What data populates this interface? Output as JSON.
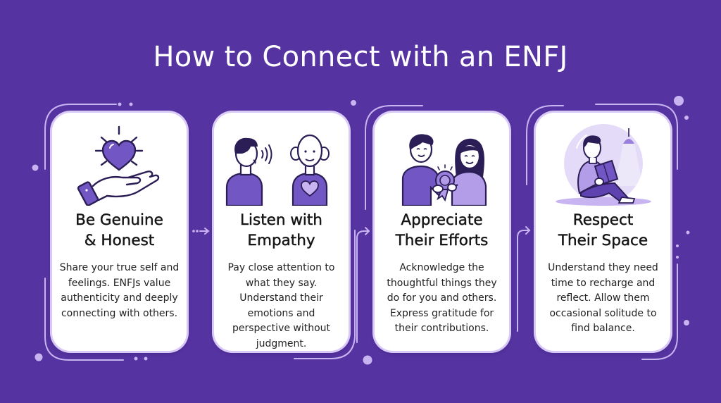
{
  "title": "How to Connect with an ENFJ",
  "colors": {
    "background": "#5533a0",
    "card": "#ffffff",
    "accent_light": "#d9c9f7",
    "icon_purple": "#7257c4",
    "icon_dark": "#2b1d55"
  },
  "cards": [
    {
      "heading": "Be Genuine & Honest",
      "heading_line1": "Be Genuine",
      "heading_line2": "& Honest",
      "body": "Share your true self and feelings. ENFJs value authenticity and deeply connecting with others.",
      "icon": "heart-in-hand-icon"
    },
    {
      "heading": "Listen with Empathy",
      "heading_line1": "Listen with",
      "heading_line2": "Empathy",
      "body": "Pay close attention to what they say. Understand their emotions and perspective without judgment.",
      "icon": "two-people-listening-icon"
    },
    {
      "heading": "Appreciate Their Efforts",
      "heading_line1": "Appreciate",
      "heading_line2": "Their Efforts",
      "body": "Acknowledge the thoughtful things they do for you and others. Express gratitude for their contributions.",
      "icon": "people-sharing-award-icon"
    },
    {
      "heading": "Respect Their Space",
      "heading_line1": "Respect",
      "heading_line2": "Their Space",
      "body": "Understand they need time to recharge and reflect. Allow them occasional solitude to find balance.",
      "icon": "person-reading-alone-icon"
    }
  ],
  "connectors": [
    "arrow-right-icon",
    "arrow-right-icon",
    "arrow-right-icon"
  ]
}
